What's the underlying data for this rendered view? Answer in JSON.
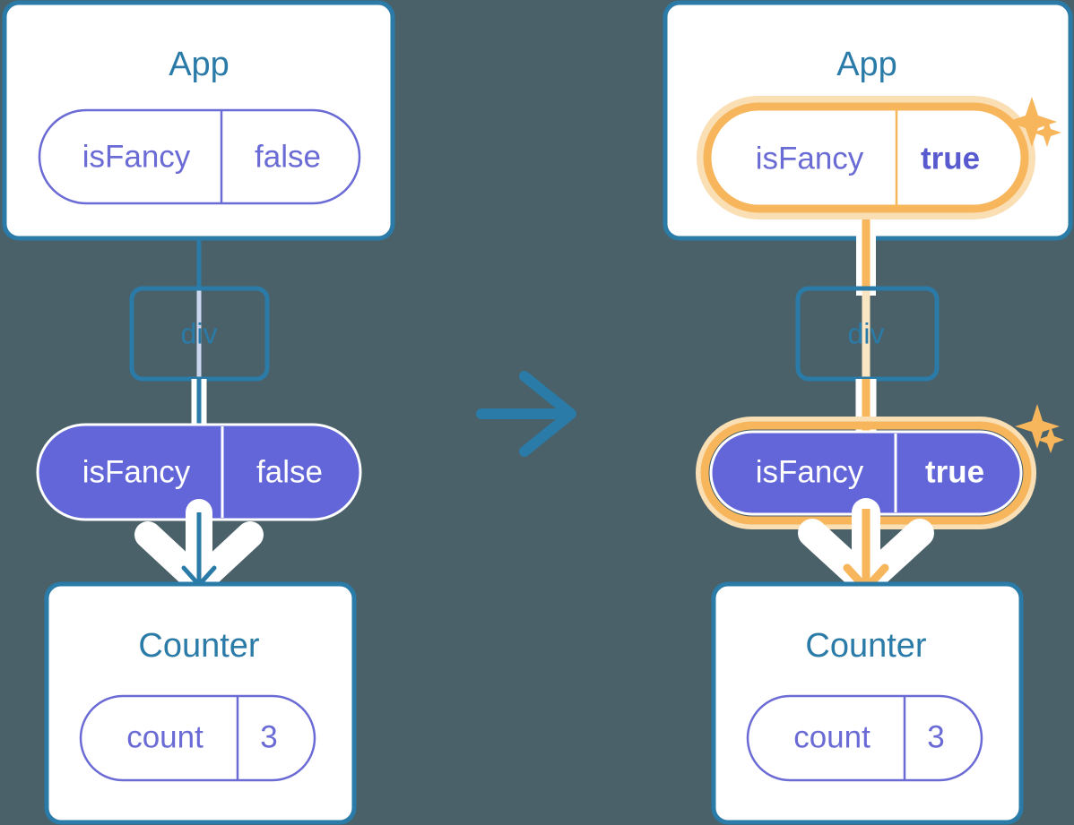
{
  "meta": {
    "background_color": "#4a6169",
    "card_border_color": "#2a7ba8",
    "card_fill": "#ffffff",
    "purple_line": "#6b6bd6",
    "purple_fill": "#6366d8",
    "highlight_orange": "#f7b55c",
    "highlight_glow": "#fadfb4",
    "arrow_blue": "#2a7ba8"
  },
  "panels": {
    "before": {
      "app": {
        "title": "App",
        "state": {
          "name": "isFancy",
          "value": "false",
          "highlighted": false,
          "bold_value": false
        }
      },
      "div": {
        "label": "div"
      },
      "prop_pill": {
        "name": "isFancy",
        "value": "false",
        "highlighted": false,
        "bold_value": false
      },
      "counter": {
        "title": "Counter",
        "state": {
          "name": "count",
          "value": "3",
          "highlighted": false,
          "bold_value": false
        }
      }
    },
    "after": {
      "app": {
        "title": "App",
        "state": {
          "name": "isFancy",
          "value": "true",
          "highlighted": true,
          "bold_value": true
        }
      },
      "div": {
        "label": "div"
      },
      "prop_pill": {
        "name": "isFancy",
        "value": "true",
        "highlighted": true,
        "bold_value": true
      },
      "counter": {
        "title": "Counter",
        "state": {
          "name": "count",
          "value": "3",
          "highlighted": false,
          "bold_value": false
        }
      }
    }
  },
  "transition": {
    "icon": "arrow-right-icon",
    "direction": "right",
    "color": "#2a7ba8"
  },
  "sparkles": {
    "icon": "sparkle-icon",
    "color": "#f7b55c",
    "count_per_group": 2,
    "groups": 2
  }
}
